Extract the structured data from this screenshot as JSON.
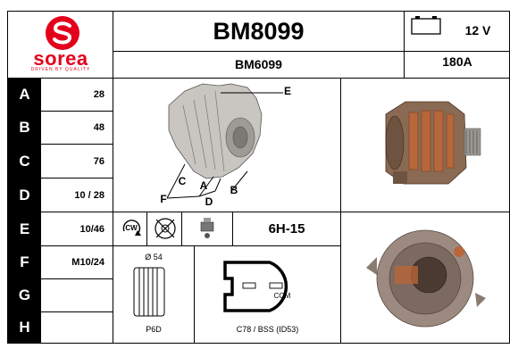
{
  "brand": {
    "name": "sorea",
    "tagline": "DRIVEN BY QUALITY",
    "color": "#e3001b"
  },
  "header": {
    "part_number": "BM8099",
    "alt_number": "BM6099",
    "voltage": "12 V",
    "amperage": "180A"
  },
  "specs": [
    {
      "letter": "A",
      "value": "28"
    },
    {
      "letter": "B",
      "value": "48"
    },
    {
      "letter": "C",
      "value": "76"
    },
    {
      "letter": "D",
      "value": "10 / 28"
    },
    {
      "letter": "E",
      "value": "10/46"
    },
    {
      "letter": "F",
      "value": "M10/24"
    },
    {
      "letter": "G",
      "value": ""
    },
    {
      "letter": "H",
      "value": ""
    }
  ],
  "diagram_labels": {
    "e": "E",
    "c": "C",
    "a": "A",
    "b": "B",
    "f": "F",
    "d": "D"
  },
  "rotation": {
    "label": "CW"
  },
  "regulator": {
    "code": "6H-15"
  },
  "pulley": {
    "diameter": "Ø 54",
    "type": "P6D"
  },
  "connector": {
    "pin_label": "COM",
    "code": "C78 / BSS (ID53)"
  },
  "colors": {
    "body_metal": "#b7b3ad",
    "copper": "#b8663a",
    "line": "#000000"
  }
}
